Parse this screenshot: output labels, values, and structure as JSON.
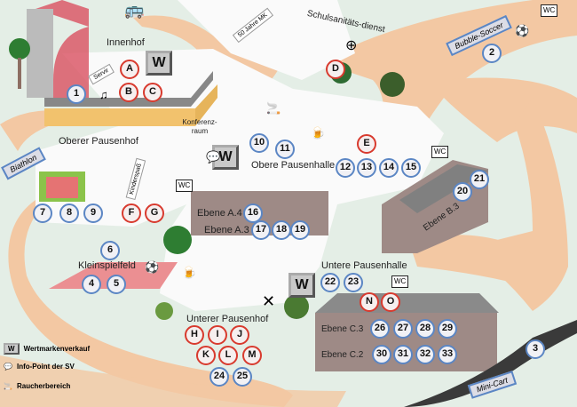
{
  "areas": {
    "innenhof": "Innenhof",
    "oberer_pausenhof": "Oberer Pausenhof",
    "obere_pausenhalle": "Obere Pausenhalle",
    "ebene_a4": "Ebene A.4",
    "ebene_a3": "Ebene A.3",
    "kleinspielfeld": "Kleinspielfeld",
    "untere_pausenhalle": "Untere Pausenhalle",
    "unterer_pausenhof": "Unterer Pausenhof",
    "ebene_c3": "Ebene C.3",
    "ebene_c2": "Ebene C.2",
    "ebene_b3": "Ebene B.3",
    "konferenzraum": "Konferenz-raum"
  },
  "signs": {
    "biathlon": "Biathlon",
    "bubble_soccer": "Bubble-Soccer",
    "mini_cart": "Mini-Cart",
    "fifty_years": "50 Jahre MK",
    "kinderspass": "Kinderspaß",
    "servir": "Servir",
    "sanitaet": "Schulsanitäts-dienst"
  },
  "wc": "WC",
  "w": "W",
  "markers_blue": [
    "1",
    "2",
    "3",
    "4",
    "5",
    "6",
    "7",
    "8",
    "9",
    "10",
    "11",
    "12",
    "13",
    "14",
    "15",
    "16",
    "17",
    "18",
    "19",
    "20",
    "21",
    "22",
    "23",
    "24",
    "25",
    "26",
    "27",
    "28",
    "29",
    "30",
    "31",
    "32",
    "33"
  ],
  "markers_red": [
    "A",
    "B",
    "C",
    "D",
    "E",
    "F",
    "G",
    "H",
    "I",
    "J",
    "K",
    "L",
    "M",
    "N",
    "O"
  ],
  "legend": {
    "w": "Wertmarkenverkauf",
    "info": "Info-Point der SV",
    "smoke": "Raucherbereich"
  },
  "colors": {
    "path": "#f3c8a3",
    "grass": "#e4eee6",
    "building": "#9e8a86",
    "blue": "#5b86c4",
    "red": "#d83a2e"
  }
}
